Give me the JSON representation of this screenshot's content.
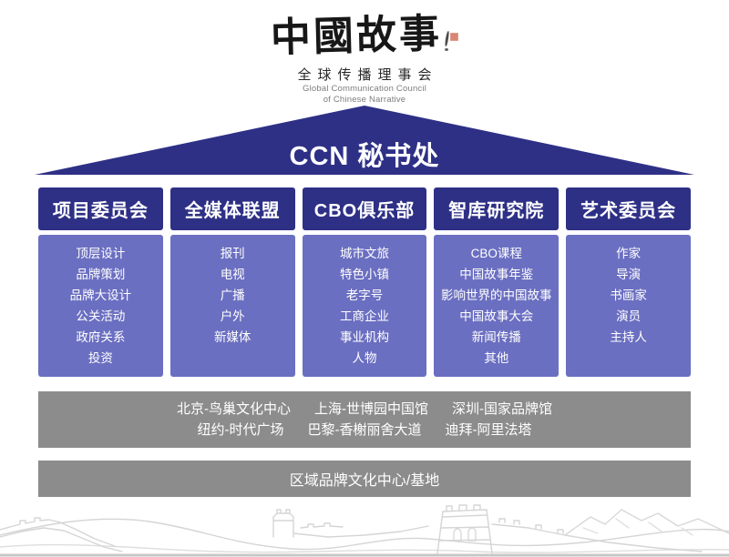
{
  "logo": {
    "calligraphy": "中國故事",
    "subtitle_cn": "全球传播理事会",
    "subtitle_en_line1": "Global Communication Council",
    "subtitle_en_line2": "of Chinese Narrative"
  },
  "roof": {
    "title": "CCN 秘书处"
  },
  "columns": [
    {
      "title": "项目委员会",
      "items": [
        "顶层设计",
        "品牌策划",
        "品牌大设计",
        "公关活动",
        "政府关系",
        "投资"
      ]
    },
    {
      "title": "全媒体联盟",
      "items": [
        "报刊",
        "电视",
        "广播",
        "户外",
        "新媒体"
      ]
    },
    {
      "title": "CBO俱乐部",
      "items": [
        "城市文旅",
        "特色小镇",
        "老字号",
        "工商企业",
        "事业机构",
        "人物"
      ]
    },
    {
      "title": "智库研究院",
      "items": [
        "CBO课程",
        "中国故事年鉴",
        "影响世界的中国故事",
        "中国故事大会",
        "新闻传播",
        "其他"
      ]
    },
    {
      "title": "艺术委员会",
      "items": [
        "作家",
        "导演",
        "书画家",
        "演员",
        "主持人"
      ]
    }
  ],
  "locations": {
    "line1": [
      "北京-鸟巢文化中心",
      "上海-世博园中国馆",
      "深圳-国家品牌馆"
    ],
    "line2": [
      "纽约-时代广场",
      "巴黎-香榭丽舍大道",
      "迪拜-阿里法塔"
    ]
  },
  "regional": {
    "label": "区域品牌文化中心/基地"
  },
  "colors": {
    "navy": "#2e3086",
    "purple": "#6b6fc1",
    "bar_gray": "#8c8c8c",
    "seal_red": "#d2705c",
    "sketch_gray": "#c7c7c7"
  }
}
